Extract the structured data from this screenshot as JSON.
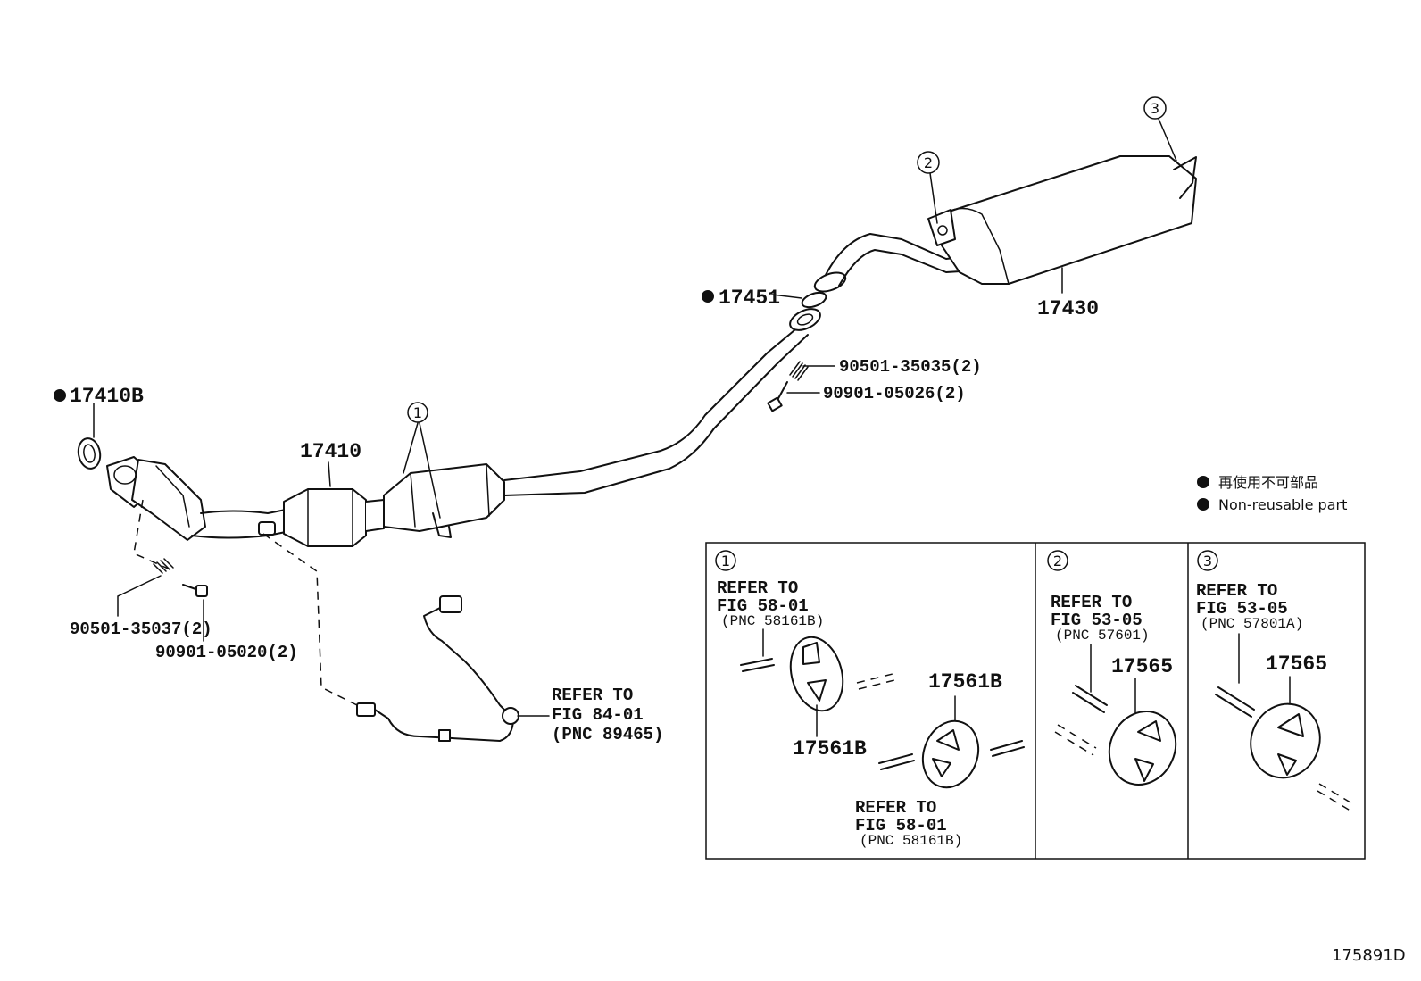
{
  "parts": {
    "gasket_front": "17410B",
    "front_pipe": "17410",
    "gasket_center": "17451",
    "tail_pipe": "17430",
    "spring_front": "90501-35037(2)",
    "bolt_front": "90901-05020(2)",
    "spring_center": "90501-35035(2)",
    "bolt_center": "90901-05026(2)"
  },
  "sensor_ref": {
    "line1": "REFER TO",
    "line2": "FIG 84-01",
    "line3": "(PNC 89465)"
  },
  "callouts": [
    "1",
    "2",
    "3"
  ],
  "legend": {
    "jp": "再使用不可部品",
    "en": "Non-reusable part"
  },
  "detail1": {
    "num": "1",
    "ref_a": [
      "REFER TO",
      "FIG 58-01",
      "(PNC 58161B)"
    ],
    "part_a": "17561B",
    "part_b": "17561B",
    "ref_b": [
      "REFER TO",
      "FIG 58-01",
      "(PNC 58161B)"
    ]
  },
  "detail2": {
    "num": "2",
    "ref": [
      "REFER TO",
      "FIG 53-05",
      "(PNC 57601)"
    ],
    "part": "17565"
  },
  "detail3": {
    "num": "3",
    "ref": [
      "REFER TO",
      "FIG 53-05",
      "(PNC 57801A)"
    ],
    "part": "17565"
  },
  "figure_id": "175891D"
}
